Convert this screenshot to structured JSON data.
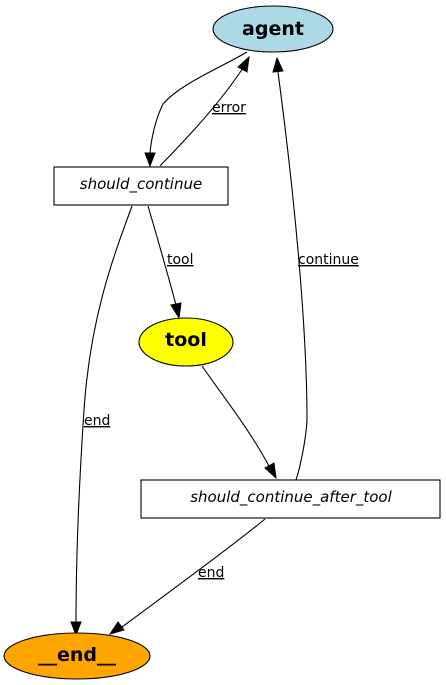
{
  "nodes": {
    "agent": {
      "label": "agent",
      "fill": "#add8e6"
    },
    "should_continue": {
      "label": "should_continue",
      "fill": "#ffffff"
    },
    "tool": {
      "label": "tool",
      "fill": "#ffff00"
    },
    "should_continue_after_tool": {
      "label": "should_continue_after_tool",
      "fill": "#ffffff"
    },
    "end": {
      "label": "__end__",
      "fill": "#ffa500"
    }
  },
  "edges": {
    "agent_to_should_continue": {
      "label": ""
    },
    "should_continue_to_agent": {
      "label": "error"
    },
    "should_continue_to_tool": {
      "label": "tool"
    },
    "should_continue_to_end": {
      "label": "end"
    },
    "tool_to_after_tool": {
      "label": ""
    },
    "after_tool_to_agent": {
      "label": "continue"
    },
    "after_tool_to_end": {
      "label": "end"
    }
  }
}
